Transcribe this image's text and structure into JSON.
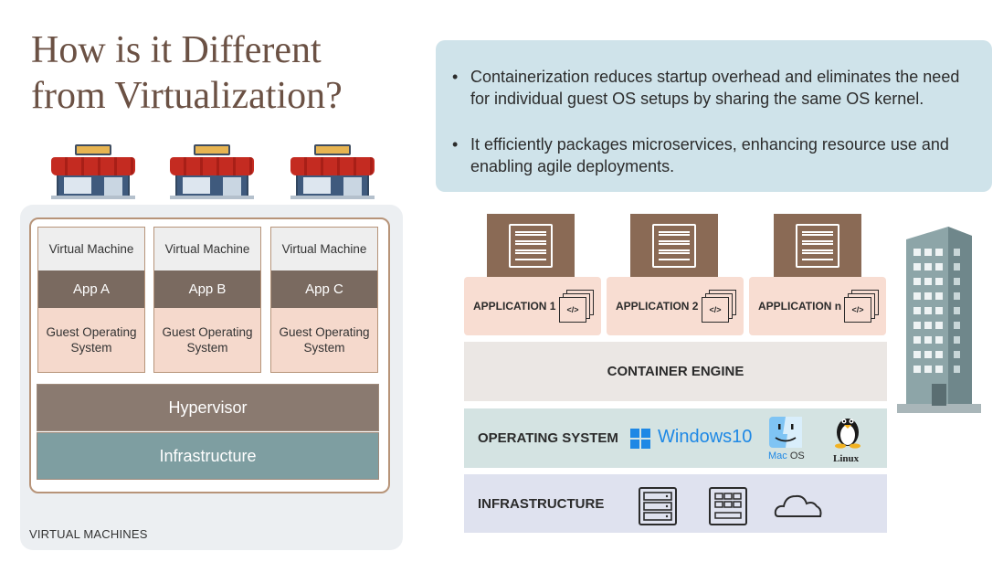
{
  "title": {
    "line1": "How is it Different",
    "line2": "from Virtualization?"
  },
  "bullets": [
    "Containerization reduces startup overhead and eliminates the need for individual guest OS setups by sharing the same OS kernel.",
    "It efficiently packages microservices, enhancing resource use and enabling agile deployments."
  ],
  "virtual_machines": {
    "panel_label": "VIRTUAL MACHINES",
    "columns": [
      {
        "vm": "Virtual Machine",
        "app": "App A",
        "guest": "Guest Operating System"
      },
      {
        "vm": "Virtual Machine",
        "app": "App B",
        "guest": "Guest Operating System"
      },
      {
        "vm": "Virtual Machine",
        "app": "App C",
        "guest": "Guest Operating System"
      }
    ],
    "hypervisor": "Hypervisor",
    "infrastructure": "Infrastructure"
  },
  "containers": {
    "applications": [
      "APPLICATION 1",
      "APPLICATION 2",
      "APPLICATION n"
    ],
    "engine": "CONTAINER ENGINE",
    "operating_system": {
      "label": "OPERATING SYSTEM",
      "windows": "Windows10",
      "mac_prefix": "Mac",
      "mac_suffix": " OS",
      "linux": "Linux"
    },
    "infrastructure": "INFRASTRUCTURE"
  },
  "colors": {
    "title": "#6b5144",
    "bullet_bg": "#cfe3ea",
    "app_dark": "#7a6a60",
    "guest_bg": "#f5d9cc",
    "hypervisor": "#8a7a70",
    "infra_vm": "#7e9ea1",
    "windows_blue": "#1e88e5"
  },
  "icons": [
    "storefront-icon",
    "server-icon",
    "code-window-icon",
    "windows-logo-icon",
    "finder-icon",
    "tux-icon",
    "server-rack-icon",
    "server-grid-icon",
    "cloud-icon",
    "building-icon"
  ]
}
